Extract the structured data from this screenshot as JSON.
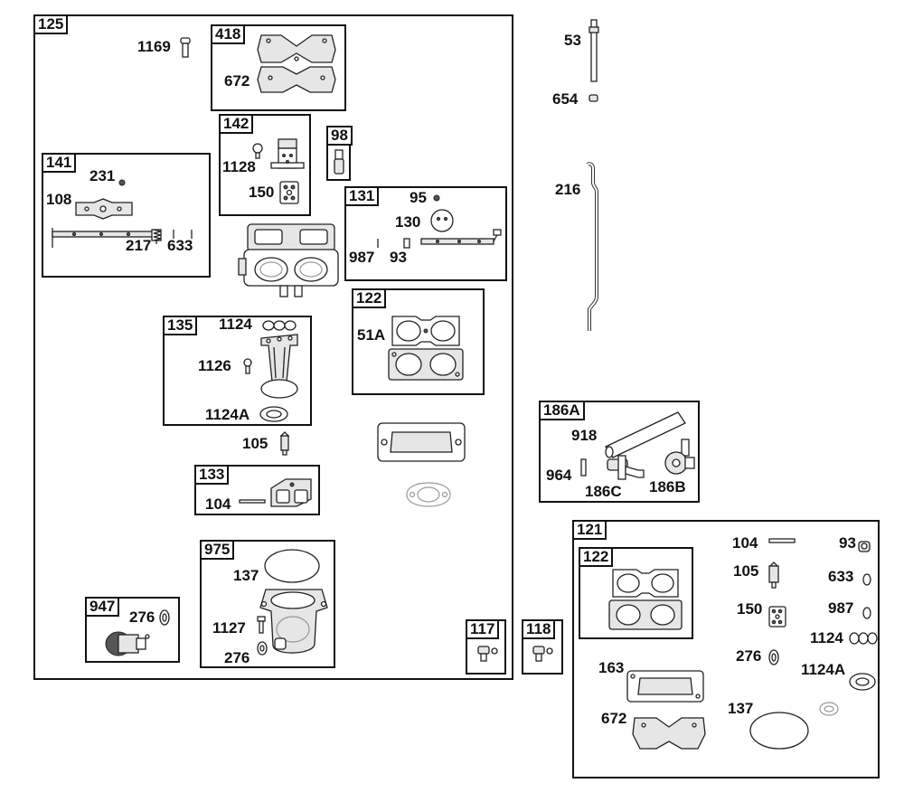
{
  "assemblies": {
    "a125": "125",
    "a418": "418",
    "a142": "142",
    "a98": "98",
    "a141": "141",
    "a131": "131",
    "a122": "122",
    "a135": "135",
    "a133": "133",
    "a975": "975",
    "a947": "947",
    "a117": "117",
    "a118": "118",
    "a186A": "186A",
    "a121": "121",
    "a122b": "122"
  },
  "parts": {
    "p1169": "1169",
    "p672": "672",
    "p1128": "1128",
    "p150": "150",
    "p231": "231",
    "p108": "108",
    "p217": "217",
    "p633": "633",
    "p95": "95",
    "p130": "130",
    "p987": "987",
    "p93": "93",
    "p51A": "51A",
    "p1124": "1124",
    "p1126": "1126",
    "p1124A": "1124A",
    "p105": "105",
    "p104": "104",
    "p137": "137",
    "p1127": "1127",
    "p276": "276",
    "p276b": "276",
    "p53": "53",
    "p654": "654",
    "p216": "216",
    "p918": "918",
    "p964": "964",
    "p186C": "186C",
    "p186B": "186B",
    "r104": "104",
    "r93": "93",
    "r105": "105",
    "r633": "633",
    "r150": "150",
    "r987": "987",
    "r276": "276",
    "r1124": "1124",
    "r1124A": "1124A",
    "r163": "163",
    "r672": "672",
    "r137": "137"
  }
}
